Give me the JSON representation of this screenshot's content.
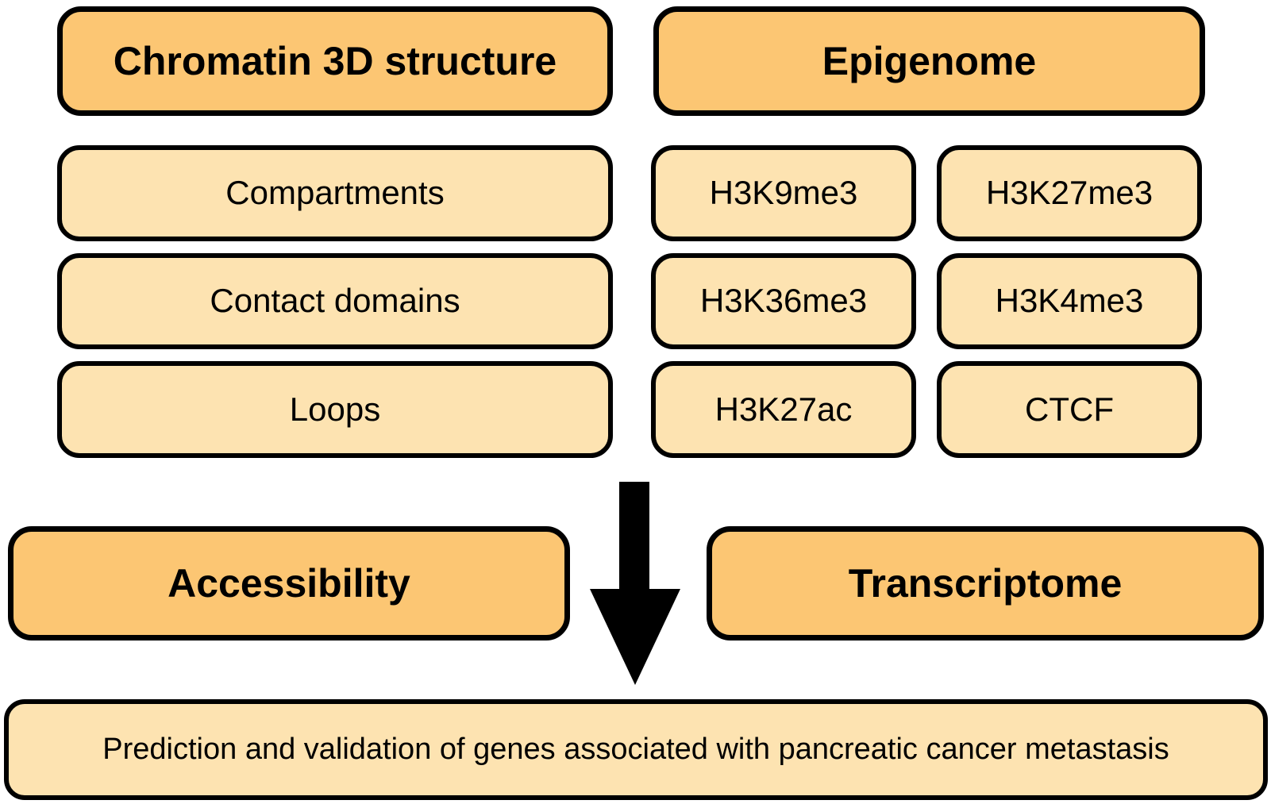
{
  "palette": {
    "header_fill": "#FCC673",
    "light_fill": "#FDE3B1",
    "border": "#000000",
    "arrow": "#000000"
  },
  "chromatin": {
    "header": "Chromatin 3D structure",
    "items": [
      "Compartments",
      "Contact domains",
      "Loops"
    ]
  },
  "epigenome": {
    "header": "Epigenome",
    "grid": [
      [
        "H3K9me3",
        "H3K27me3"
      ],
      [
        "H3K36me3",
        "H3K4me3"
      ],
      [
        "H3K27ac",
        "CTCF"
      ]
    ]
  },
  "middle": {
    "accessibility": "Accessibility",
    "transcriptome": "Transcriptome"
  },
  "icons": {
    "flow_arrow": "down-arrow"
  },
  "result": "Prediction and validation of genes associated with pancreatic cancer metastasis"
}
